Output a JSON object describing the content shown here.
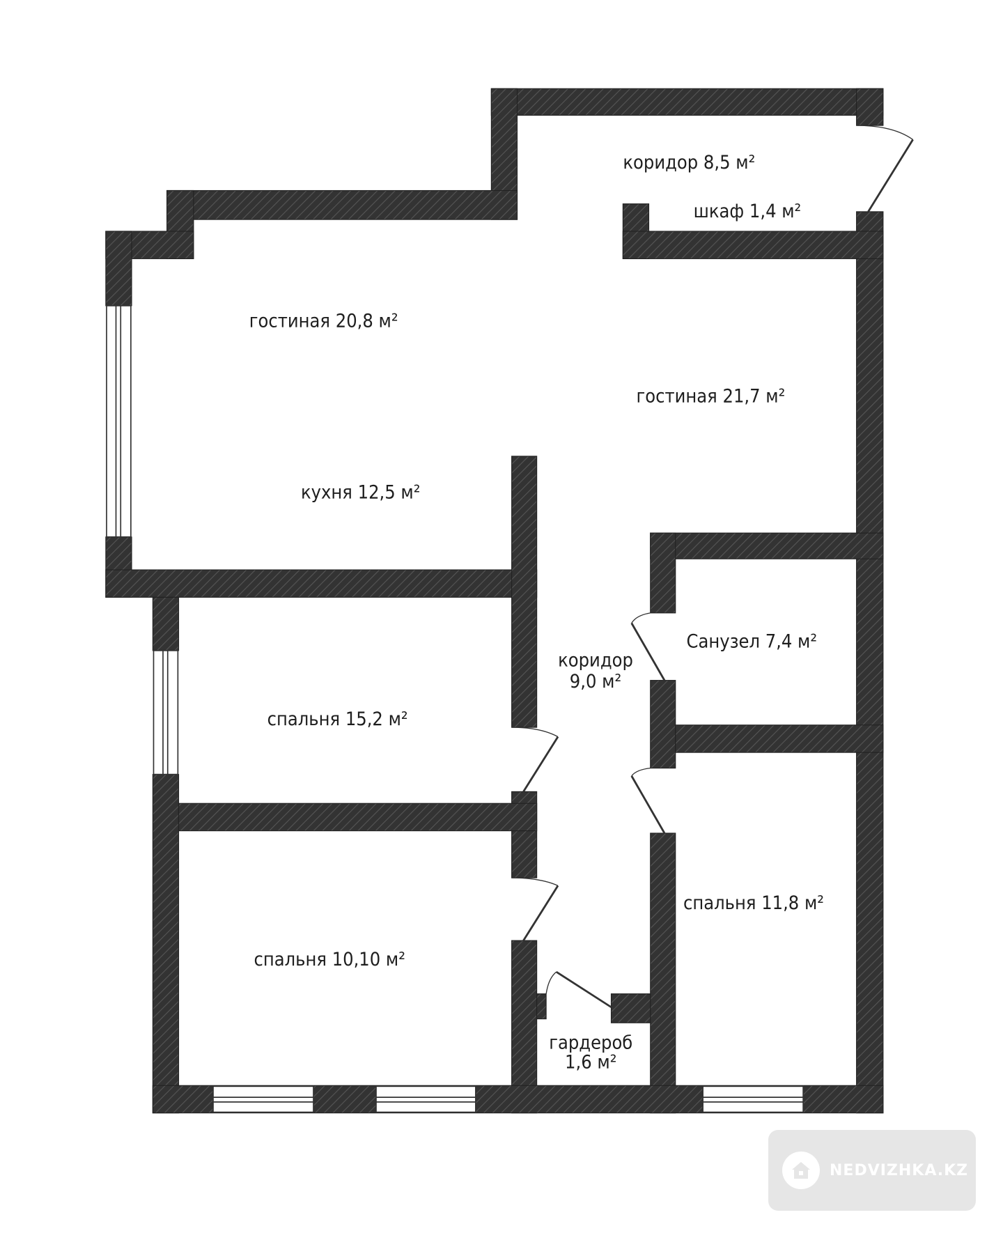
{
  "rooms": [
    {
      "name": "коридор",
      "area": "8,5 м²"
    },
    {
      "name": "шкаф",
      "area": "1,4 м²"
    },
    {
      "name": "гостиная",
      "area": "20,8 м²"
    },
    {
      "name": "гостиная",
      "area": "21,7 м²"
    },
    {
      "name": "кухня",
      "area": "12,5 м²"
    },
    {
      "name": "Санузел",
      "area": "7,4 м²"
    },
    {
      "name": "коридор",
      "area": "9,0 м²"
    },
    {
      "name": "спальня",
      "area": "15,2 м²"
    },
    {
      "name": "спальня",
      "area": "11,8 м²"
    },
    {
      "name": "спальня",
      "area": "10,10 м²"
    },
    {
      "name": "гардероб",
      "area": "1,6 м²"
    }
  ],
  "watermark": {
    "text": "NEDVIZHKA.KZ",
    "icon": "house-icon"
  },
  "colors": {
    "wall": "#333333",
    "hatch": "#555555",
    "watermark_bg": "#e6e6e6"
  }
}
